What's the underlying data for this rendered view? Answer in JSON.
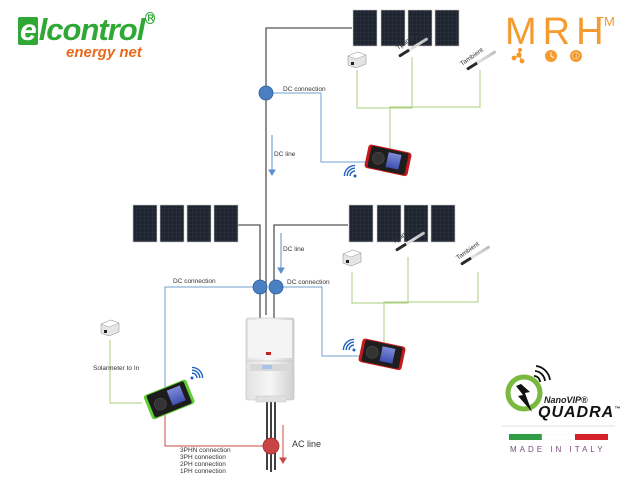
{
  "branding": {
    "elcontrol": {
      "logo_mark": "e",
      "logo_text": "lcontrol",
      "registered": "R",
      "tagline": "energy net",
      "color_primary": "#2fa836",
      "color_tagline": "#e8691c"
    },
    "mrh": {
      "text": "MRH",
      "trademark": "TM",
      "color": "#f59a2e",
      "icons": [
        "network-icon",
        "clock-icon",
        "brain-icon"
      ]
    },
    "quadra": {
      "product_prefix": "NanoVIP®",
      "product_name": "QUADRA",
      "trademark": "™",
      "made_in": "MADE IN ITALY",
      "flag_colors": [
        "#2f9b45",
        "#ffffff",
        "#d4202a"
      ],
      "accent": "#7ab940"
    }
  },
  "labels": {
    "dc_connection_top": "DC connection",
    "dc_line_top": "DC line",
    "dc_line_mid": "DC line",
    "dc_connection_left": "DC connection",
    "dc_connection_right": "DC connection",
    "solarmeter": "Solarmeter to In",
    "ac_line": "AC line",
    "tpanel_top": "Tpanel",
    "tambient_top": "Tambient",
    "tpanel_mid": "Tpanel",
    "tambient_mid": "Tambient"
  },
  "ac_connections": [
    "3PHN connection",
    "3PH connection",
    "2PH connection",
    "1PH connection"
  ],
  "colors": {
    "dc_wire": "#6fa0d0",
    "sensor_wire": "#a9cf7c",
    "ac_wire": "#c9484a",
    "power_line": "#555555",
    "node_dc": "#4a7fc1",
    "node_ac": "#c94444",
    "panel": "#1f2530"
  }
}
